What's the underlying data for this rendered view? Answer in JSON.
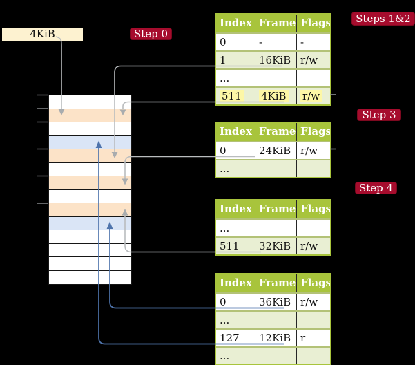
{
  "page_size_label": "4KiB",
  "badges": {
    "step0": "Step 0",
    "steps12": "Steps 1&2",
    "step3": "Step 3",
    "step4": "Step 4"
  },
  "memory": {
    "rows": [
      {
        "fill": "white"
      },
      {
        "fill": "orange"
      },
      {
        "fill": "white"
      },
      {
        "fill": "blue"
      },
      {
        "fill": "orange"
      },
      {
        "fill": "white"
      },
      {
        "fill": "orange"
      },
      {
        "fill": "white"
      },
      {
        "fill": "orange"
      },
      {
        "fill": "blue"
      },
      {
        "fill": "white"
      },
      {
        "fill": "white"
      },
      {
        "fill": "white"
      },
      {
        "fill": "white"
      }
    ]
  },
  "tables": [
    {
      "name": "table-steps-1-2",
      "headers": [
        "Index",
        "Frame",
        "Flags"
      ],
      "rows": [
        {
          "cells": [
            "0",
            "-",
            "-"
          ]
        },
        {
          "cells": [
            "1",
            "16KiB",
            "r/w"
          ]
        },
        {
          "cells": [
            "...",
            "",
            ""
          ]
        },
        {
          "cells": [
            "511",
            "4KiB",
            "r/w"
          ],
          "highlight": true
        }
      ]
    },
    {
      "name": "table-step-3",
      "headers": [
        "Index",
        "Frame",
        "Flags"
      ],
      "rows": [
        {
          "cells": [
            "0",
            "24KiB",
            "r/w"
          ]
        },
        {
          "cells": [
            "...",
            "",
            ""
          ]
        }
      ]
    },
    {
      "name": "table-step-4",
      "headers": [
        "Index",
        "Frame",
        "Flags"
      ],
      "rows": [
        {
          "cells": [
            "...",
            "",
            ""
          ]
        },
        {
          "cells": [
            "511",
            "32KiB",
            "r/w"
          ]
        }
      ]
    },
    {
      "name": "table-final",
      "headers": [
        "Index",
        "Frame",
        "Flags"
      ],
      "rows": [
        {
          "cells": [
            "0",
            "36KiB",
            "r/w"
          ]
        },
        {
          "cells": [
            "...",
            "",
            ""
          ]
        },
        {
          "cells": [
            "127",
            "12KiB",
            "r"
          ]
        },
        {
          "cells": [
            "...",
            "",
            ""
          ]
        }
      ]
    }
  ],
  "connectors": [
    {
      "from": "page-size-label",
      "to": "memory-frame-4KiB",
      "color": "gray"
    },
    {
      "from": "table-steps-1-2 row 1 (16KiB)",
      "to": "memory-frame-16KiB",
      "color": "gray"
    },
    {
      "from": "table-steps-1-2 row 511 (4KiB)",
      "to": "memory-frame-4KiB",
      "color": "gray"
    },
    {
      "from": "table-step-3 row 0 (24KiB)",
      "to": "memory-frame-24KiB",
      "color": "gray"
    },
    {
      "from": "table-step-4 row 511 (32KiB)",
      "to": "memory-frame-32KiB",
      "color": "gray"
    },
    {
      "from": "table-final row 0 (36KiB)",
      "to": "memory-frame-36KiB",
      "color": "blue"
    },
    {
      "from": "table-final row 127 (12KiB)",
      "to": "memory-frame-12KiB",
      "color": "blue"
    }
  ],
  "colors": {
    "background": "#000000",
    "table_header_green": "#a8c43c",
    "table_row_shade": "#e9efd3",
    "badge_red": "#a60c2d",
    "frame_orange": "#fce3c8",
    "frame_blue": "#dae5f6",
    "label_cream": "#fdf2d0",
    "highlight_yellow": "#fdf7a6",
    "arrow_gray": "#b9bcbe",
    "arrow_blue": "#4f74ac"
  }
}
